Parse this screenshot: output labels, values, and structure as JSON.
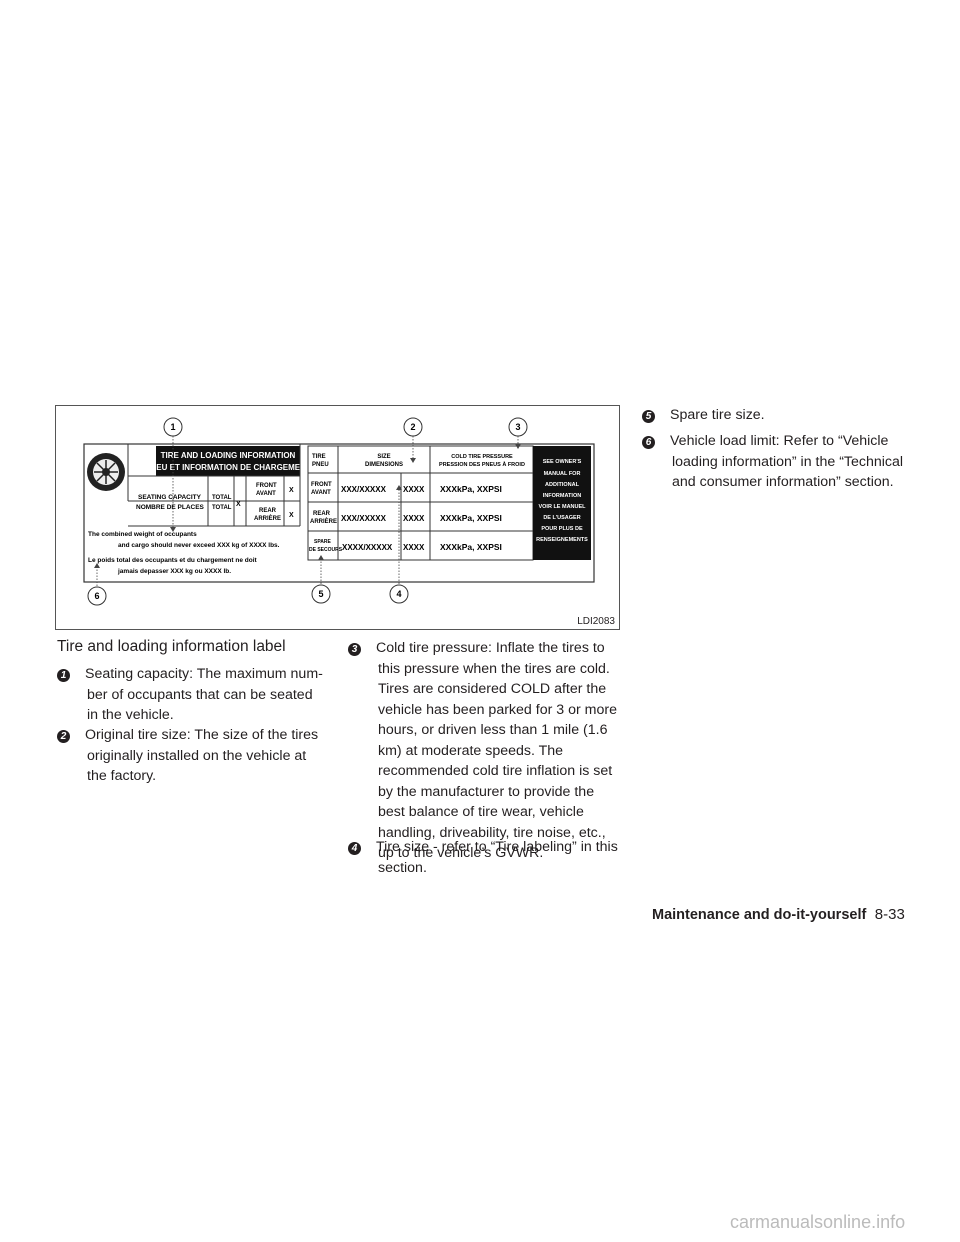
{
  "figure": {
    "id": "LDI2083",
    "label": {
      "title_line1": "TIRE AND LOADING INFORMATION",
      "title_line2": "PNEU ET INFORMATION DE CHARGEMENT",
      "seating": "SEATING CAPACITY",
      "seating_fr": "NOMBRE DE PLACES",
      "total": "TOTAL",
      "total_fr": "TOTAL",
      "x": "X",
      "front": "FRONT",
      "front_fr": "AVANT",
      "rear": "REAR",
      "rear_fr": "ARRIÈRE",
      "tire": "TIRE",
      "tire_fr": "PNEU",
      "size": "SIZE",
      "size_fr": "DIMENSIONS",
      "pressure": "COLD TIRE PRESSURE",
      "pressure_fr": "PRESSION DES PNEUS À FROID",
      "spare": "SPARE",
      "spare_fr": "DE SECOURS",
      "size_value": "XXX/XXXXX",
      "size_value_spare": "XXXX/XXXXX",
      "load_index": "XXXX",
      "pressure_value": "XXXkPa,  XXPSI",
      "combined1": "The combined weight of occupants",
      "combined2": "and cargo should never exceed XXX kg of XXXX lbs.",
      "combined3": "Le poids total des occupants et du chargement ne doit",
      "combined4": "jamais depasser XXX kg ou XXXX lb.",
      "see1": "SEE OWNER'S",
      "see2": "MANUAL FOR",
      "see3": "ADDITIONAL",
      "see4": "INFORMATION",
      "see5": "VOIR LE MANUEL",
      "see6": "DE L'USAGER",
      "see7": "POUR PLUS DE",
      "see8": "RENSEIGNEMENTS"
    },
    "callouts": [
      "1",
      "2",
      "3",
      "4",
      "5",
      "6"
    ]
  },
  "heading": "Tire and loading information label",
  "items": [
    {
      "num": "1",
      "text": "Seating capacity: The maximum num-ber of occupants that can be seated in the vehicle."
    },
    {
      "num": "2",
      "text": "Original tire size: The size of the tires originally installed on the vehicle at the factory."
    },
    {
      "num": "3",
      "text": "Cold tire pressure: Inflate the tires to this pressure when the tires are cold. Tires are considered COLD after the vehicle has been parked for 3 or more hours, or driven less than 1 mile (1.6 km) at moderate speeds. The recommended cold tire inflation is set by the manufacturer to provide the best balance of tire wear, vehicle handling, driveability, tire noise, etc., up to the vehicle’s GVWR."
    },
    {
      "num": "4",
      "text": "Tire size - refer to “Tire labeling” in this section."
    },
    {
      "num": "5",
      "text": "Spare tire size."
    },
    {
      "num": "6",
      "text": "Vehicle load limit: Refer to “Vehicle loading information” in the “Technical and consumer information” section."
    }
  ],
  "footer": {
    "section": "Maintenance and do-it-yourself",
    "page": "8-33"
  },
  "watermark": "carmanualsonline.info"
}
